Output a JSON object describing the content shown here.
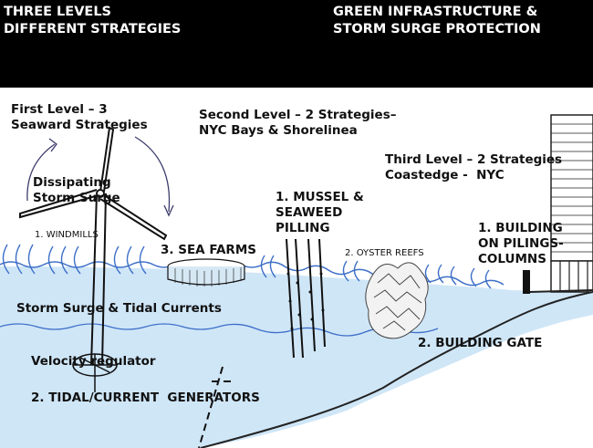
{
  "header": {
    "left_title": "THREE LEVELS\nDIFFERENT STRATEGIES",
    "right_title": "GREEN INFRASTRUCTURE &\nSTORM SURGE PROTECTION",
    "background": "#000000"
  },
  "labels": {
    "first_level": "First Level – 3\nSeaward Strategies",
    "second_level": "Second Level – 2 Strategies–\nNYC Bays & Shorelinea",
    "third_level": "Third Level – 2 Strategies\nCoastedge -  NYC",
    "dissipating": "Dissipating\nStorm Surge",
    "windmills": "1. WINDMILLS",
    "sea_farms": "3. SEA FARMS",
    "mussel": "1. MUSSEL &\nSEAWEED\nPILLING",
    "oyster": "2. OYSTER REEFS",
    "building_pilings": "1. BUILDING\nON PILINGS-\nCOLUMNS",
    "storm_surge": "Storm Surge & Tidal Currents",
    "velocity": "Velocity regulator",
    "building_gate": "2. BUILDING GATE",
    "tidal_generators": "2. TIDAL/CURRENT  GENERATORS"
  },
  "colors": {
    "water": "#cfe6f7",
    "wave_lines": "#3d6fc8",
    "ink": "#111111"
  }
}
